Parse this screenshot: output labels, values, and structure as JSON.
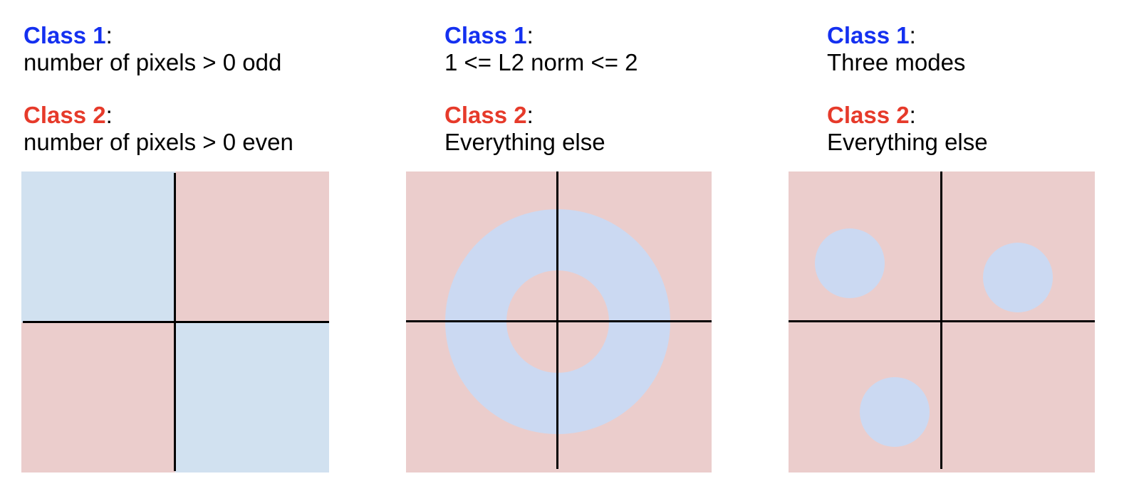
{
  "colors": {
    "class1_label": "#1430f0",
    "class2_label": "#e63a2a",
    "class1_region": "#cbd9f2",
    "class2_region": "#ebcdcc",
    "class1_region_checker": "#d1e1f0",
    "axis": "#000000"
  },
  "panels": [
    {
      "class1": {
        "label": "Class 1",
        "colon": ":",
        "desc": "number of pixels > 0 odd"
      },
      "class2": {
        "label": "Class 2",
        "colon": ":",
        "desc": "number of pixels > 0 even"
      },
      "figure": "checkerboard quadrants: top-left and bottom-right class 1, top-right and bottom-left class 2"
    },
    {
      "class1": {
        "label": "Class 1",
        "colon": ":",
        "desc": "1 <= L2 norm <= 2"
      },
      "class2": {
        "label": "Class 2",
        "colon": ":",
        "desc": "Everything else"
      },
      "figure": "annulus (ring) centered at origin is class 1; inner disk and outside are class 2"
    },
    {
      "class1": {
        "label": "Class 1",
        "colon": ":",
        "desc": "Three modes"
      },
      "class2": {
        "label": "Class 2",
        "colon": ":",
        "desc": "Everything else"
      },
      "figure": "three small disks (upper-left, upper-right, lower-left quadrants) are class 1; rest class 2"
    }
  ]
}
